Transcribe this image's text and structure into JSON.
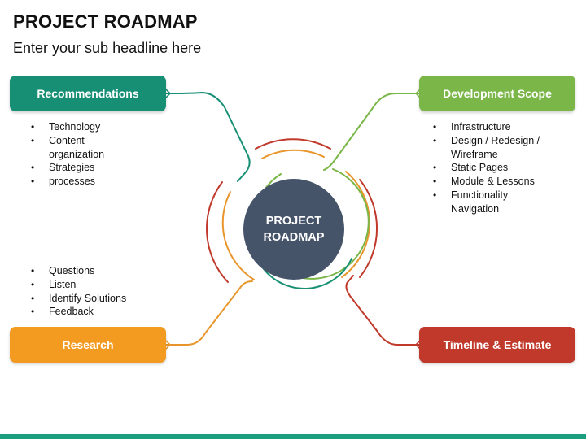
{
  "title": "PROJECT ROADMAP",
  "subtitle": "Enter your sub headline here",
  "center": {
    "line1": "PROJECT",
    "line2": "ROADMAP",
    "color": "#46546a"
  },
  "colors": {
    "teal": "#178f74",
    "green": "#7ab648",
    "orange": "#e8962c",
    "red": "#c0392b",
    "footer": "#1a9e80"
  },
  "nodes": {
    "recommendations": {
      "label": "Recommendations",
      "color": "#178f74",
      "items": [
        "Technology",
        "Content organization",
        "Strategies",
        "processes"
      ]
    },
    "development_scope": {
      "label": "Development Scope",
      "color": "#7ab648",
      "items": [
        "Infrastructure",
        "Design / Redesign / Wireframe",
        "Static Pages",
        "Module & Lessons",
        "Functionality Navigation"
      ]
    },
    "research": {
      "label": "Research",
      "color": "#f39a20",
      "items": [
        "Questions",
        "Listen",
        "Identify Solutions",
        "Feedback"
      ]
    },
    "timeline_estimate": {
      "label": "Timeline & Estimate",
      "color": "#c0392b",
      "items": []
    }
  }
}
